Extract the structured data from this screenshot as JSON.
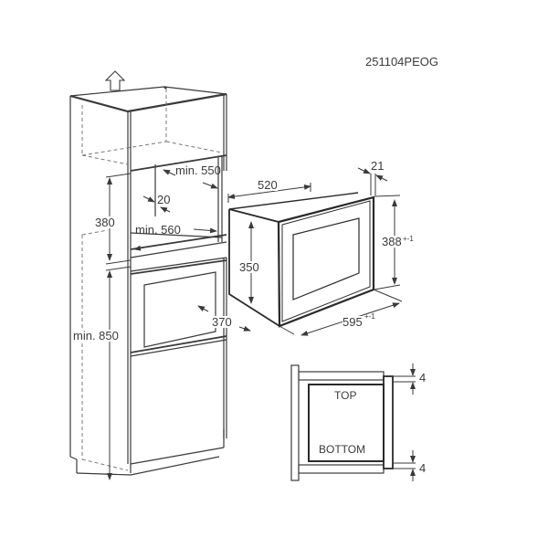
{
  "document_code": "251104PEOG",
  "cabinet": {
    "ventilation_arrow": "up-arrow",
    "dimensions": {
      "niche_depth": "min. 550",
      "rear_gap": "20",
      "niche_width": "min. 560",
      "niche_height": "380",
      "floor_to_niche": "min. 850",
      "oven_depth_offset": "370"
    }
  },
  "appliance": {
    "dimensions": {
      "depth": "520",
      "frame_thickness": "21",
      "body_height": "350",
      "front_height": "388",
      "front_height_tolerance": "+-1",
      "front_width": "595",
      "front_width_tolerance": "+-1"
    }
  },
  "side_view": {
    "top_label": "TOP",
    "bottom_label": "BOTTOM",
    "top_gap": "4",
    "bottom_gap": "4"
  },
  "colors": {
    "line": "#3a3a3a",
    "thick_line": "#2a2a2a",
    "dashed": "#7a7a7a"
  }
}
